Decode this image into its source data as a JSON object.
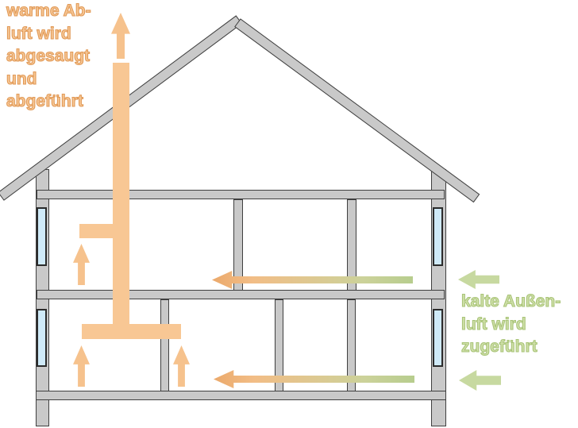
{
  "diagram": {
    "type": "house-cross-section-ventilation",
    "labels": {
      "exhaust": {
        "text": "warme Ab-\nluft wird\nabgesaugt\nund\nabgeführt",
        "color": "#f7c795",
        "outline_color": "#e19a58"
      },
      "supply": {
        "text": "kalte Außen-\nluft wird\nzugeführt",
        "color": "#d0e0aa",
        "outline_color": "#a9c478"
      }
    },
    "colors": {
      "exhaust_orange": "#f8c794",
      "supply_green": "#c7d9a0",
      "flow_gradient_start": "#eba96b",
      "flow_gradient_end": "#b7cd8e",
      "wall_fill": "#c9c9c9",
      "wall_outline": "#3f3f3f",
      "window_fill": "#cfeaf8",
      "background": "#ffffff"
    },
    "icons": {
      "exhaust_roof_arrow": "up-arrow",
      "room_extract_arrow": "up-arrow",
      "interior_flow_arrow": "left-arrow-gradient",
      "outside_supply_arrow": "left-arrow"
    }
  }
}
